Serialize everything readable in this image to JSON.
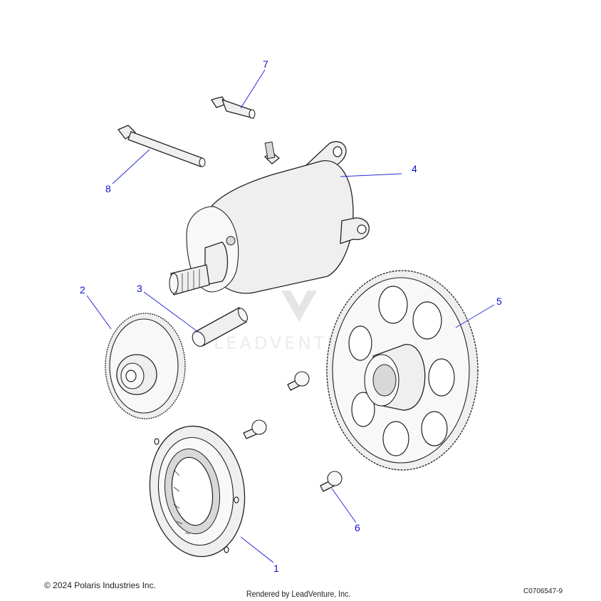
{
  "diagram": {
    "callouts": [
      {
        "id": "1",
        "label": "1"
      },
      {
        "id": "2",
        "label": "2"
      },
      {
        "id": "3",
        "label": "3"
      },
      {
        "id": "4",
        "label": "4"
      },
      {
        "id": "5",
        "label": "5"
      },
      {
        "id": "6",
        "label": "6"
      },
      {
        "id": "7",
        "label": "7"
      },
      {
        "id": "8",
        "label": "8"
      }
    ],
    "watermark": "LEADVENTURE"
  },
  "footer": {
    "copyright": "© 2024 Polaris Industries Inc.",
    "rendered_by": "Rendered by LeadVenture, Inc.",
    "diagram_code": "C0706547-9"
  },
  "colors": {
    "callout": "#1010d0",
    "line": "#222222",
    "part_fill": "#efefef"
  }
}
